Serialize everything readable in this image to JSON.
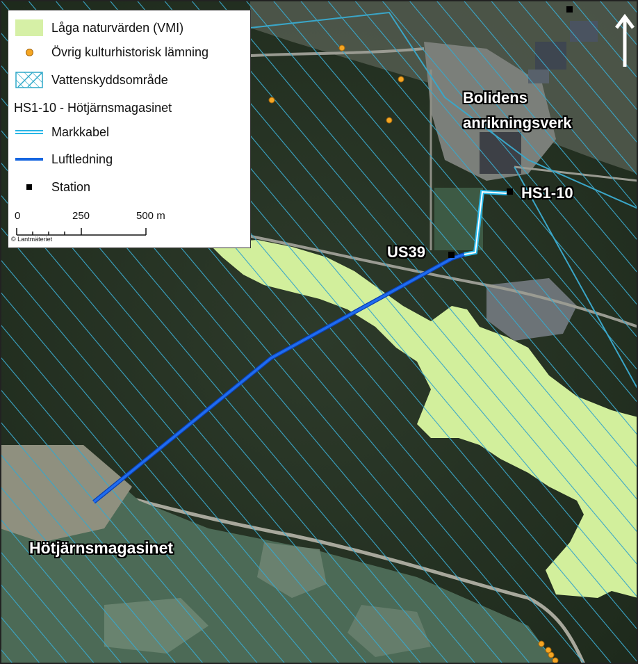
{
  "legend": {
    "items": [
      {
        "label": "Låga naturvärden (VMI)",
        "icon": "green-area-swatch",
        "color": "#d6f0a6"
      },
      {
        "label": "Övrig kulturhistorisk lämning",
        "icon": "orange-dot",
        "color": "#f5a623"
      },
      {
        "label": "Vattenskyddsområde",
        "icon": "hatched-area-swatch",
        "color": "#2ea8c8"
      }
    ],
    "group_title": "HS1-10 - Hötjärnsmagasinet",
    "group_items": [
      {
        "label": "Markkabel",
        "icon": "double-line",
        "color": "#29b6e6"
      },
      {
        "label": "Luftledning",
        "icon": "blue-line",
        "color": "#1565e0"
      },
      {
        "label": "Station",
        "icon": "black-square",
        "color": "#000000"
      }
    ],
    "scale": {
      "ticks": [
        "0",
        "250",
        "500 m"
      ]
    },
    "copyright": "© Lantmäteriet"
  },
  "places": {
    "bolidens_line1": "Bolidens",
    "bolidens_line2": "anrikningsverk",
    "hs1_10": "HS1-10",
    "us39": "US39",
    "hotjarn": "Hötjärnsmagasinet"
  }
}
